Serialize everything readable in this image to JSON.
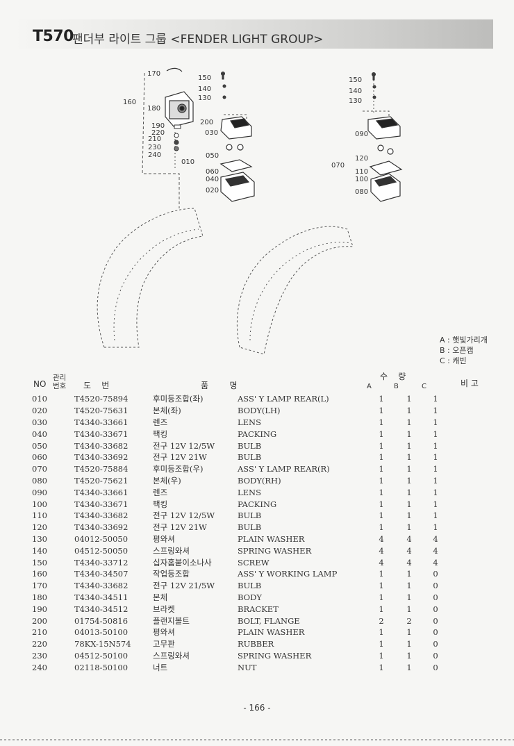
{
  "header": {
    "model": "T570",
    "title": "팬더부 라이트 그룹 <FENDER LIGHT GROUP>"
  },
  "callouts": {
    "left": [
      "170",
      "150",
      "140",
      "130",
      "160",
      "180",
      "190",
      "220",
      "210",
      "230",
      "240",
      "200",
      "030",
      "010",
      "050",
      "060",
      "040",
      "020"
    ],
    "right": [
      "150",
      "140",
      "130",
      "090",
      "070",
      "120",
      "110",
      "100",
      "080"
    ]
  },
  "legend": [
    "A : 햇빛가리개",
    "B : 오픈캡",
    "C : 캐빈"
  ],
  "table_header": {
    "no": "NO",
    "mgmt": "관리\n번호",
    "part_no": "도    번",
    "name": "품        명",
    "qty": "수    량",
    "qty_a": "A",
    "qty_b": "B",
    "qty_c": "C",
    "remark": "비 고"
  },
  "rows": [
    {
      "no": "010",
      "part": "T4520-75894",
      "kr": "후미등조합(좌)",
      "en": "ASS' Y LAMP REAR(L)",
      "a": "1",
      "b": "1",
      "c": "1"
    },
    {
      "no": "020",
      "part": "T4520-75631",
      "kr": "본체(좌)",
      "en": "BODY(LH)",
      "a": "1",
      "b": "1",
      "c": "1"
    },
    {
      "no": "030",
      "part": "T4340-33661",
      "kr": "렌즈",
      "en": "LENS",
      "a": "1",
      "b": "1",
      "c": "1"
    },
    {
      "no": "040",
      "part": "T4340-33671",
      "kr": "팩킹",
      "en": "PACKING",
      "a": "1",
      "b": "1",
      "c": "1"
    },
    {
      "no": "050",
      "part": "T4340-33682",
      "kr": "전구 12V 12/5W",
      "en": "BULB",
      "a": "1",
      "b": "1",
      "c": "1"
    },
    {
      "no": "060",
      "part": "T4340-33692",
      "kr": "전구 12V 21W",
      "en": "BULB",
      "a": "1",
      "b": "1",
      "c": "1"
    },
    {
      "no": "070",
      "part": "T4520-75884",
      "kr": "후미등조합(우)",
      "en": "ASS' Y LAMP REAR(R)",
      "a": "1",
      "b": "1",
      "c": "1"
    },
    {
      "no": "080",
      "part": "T4520-75621",
      "kr": "본체(우)",
      "en": "BODY(RH)",
      "a": "1",
      "b": "1",
      "c": "1"
    },
    {
      "no": "090",
      "part": "T4340-33661",
      "kr": "렌즈",
      "en": "LENS",
      "a": "1",
      "b": "1",
      "c": "1"
    },
    {
      "no": "100",
      "part": "T4340-33671",
      "kr": "팩킹",
      "en": "PACKING",
      "a": "1",
      "b": "1",
      "c": "1"
    },
    {
      "no": "110",
      "part": "T4340-33682",
      "kr": "전구 12V 12/5W",
      "en": "BULB",
      "a": "1",
      "b": "1",
      "c": "1"
    },
    {
      "no": "120",
      "part": "T4340-33692",
      "kr": "전구 12V 21W",
      "en": "BULB",
      "a": "1",
      "b": "1",
      "c": "1"
    },
    {
      "no": "130",
      "part": "04012-50050",
      "kr": "평와셔",
      "en": "PLAIN WASHER",
      "a": "4",
      "b": "4",
      "c": "4"
    },
    {
      "no": "140",
      "part": "04512-50050",
      "kr": "스프링와셔",
      "en": "SPRING WASHER",
      "a": "4",
      "b": "4",
      "c": "4"
    },
    {
      "no": "150",
      "part": "T4340-33712",
      "kr": "십자홈붙이소나사",
      "en": "SCREW",
      "a": "4",
      "b": "4",
      "c": "4"
    },
    {
      "no": "160",
      "part": "T4340-34507",
      "kr": "작업등조합",
      "en": "ASS' Y WORKING LAMP",
      "a": "1",
      "b": "1",
      "c": "0"
    },
    {
      "no": "170",
      "part": "T4340-33682",
      "kr": "전구 12V 21/5W",
      "en": "BULB",
      "a": "1",
      "b": "1",
      "c": "0"
    },
    {
      "no": "180",
      "part": "T4340-34511",
      "kr": "본체",
      "en": "BODY",
      "a": "1",
      "b": "1",
      "c": "0"
    },
    {
      "no": "190",
      "part": "T4340-34512",
      "kr": "브라켓",
      "en": "BRACKET",
      "a": "1",
      "b": "1",
      "c": "0"
    },
    {
      "no": "200",
      "part": "01754-50816",
      "kr": "플랜지볼트",
      "en": "BOLT, FLANGE",
      "a": "2",
      "b": "2",
      "c": "0"
    },
    {
      "no": "210",
      "part": "04013-50100",
      "kr": "평와셔",
      "en": "PLAIN WASHER",
      "a": "1",
      "b": "1",
      "c": "0"
    },
    {
      "no": "220",
      "part": "78KX-15N574",
      "kr": "고무판",
      "en": "RUBBER",
      "a": "1",
      "b": "1",
      "c": "0"
    },
    {
      "no": "230",
      "part": "04512-50100",
      "kr": "스프링와셔",
      "en": "SPRING WASHER",
      "a": "1",
      "b": "1",
      "c": "0"
    },
    {
      "no": "240",
      "part": "02118-50100",
      "kr": "너트",
      "en": "NUT",
      "a": "1",
      "b": "1",
      "c": "0"
    }
  ],
  "page_number": "- 166 -"
}
